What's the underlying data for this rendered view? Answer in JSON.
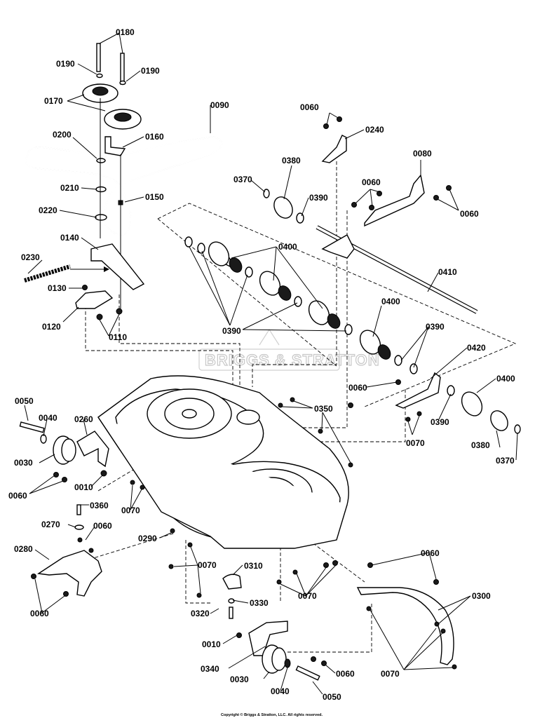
{
  "watermark": "BRIGGS & STRATTON",
  "copyright": "Copyright © Briggs & Stratton, LLC. All rights reserved.",
  "labels": {
    "l0180": "0180",
    "l0190a": "0190",
    "l0190b": "0190",
    "l0170": "0170",
    "l0090": "0090",
    "l0200": "0200",
    "l0160": "0160",
    "l0210": "0210",
    "l0150": "0150",
    "l0220": "0220",
    "l0140": "0140",
    "l0230": "0230",
    "l0130": "0130",
    "l0120": "0120",
    "l0110": "0110",
    "l0060a": "0060",
    "l0240": "0240",
    "l0080": "0080",
    "l0380a": "0380",
    "l0370a": "0370",
    "l0390a": "0390",
    "l0060b": "0060",
    "l0060c": "0060",
    "l0400a": "0400",
    "l0410": "0410",
    "l0390b": "0390",
    "l0400b": "0400",
    "l0390c": "0390",
    "l0420": "0420",
    "l0060d": "0060",
    "l0400c": "0400",
    "l0350": "0350",
    "l0390d": "0390",
    "l0070a": "0070",
    "l0380b": "0380",
    "l0370b": "0370",
    "l0050a": "0050",
    "l0040a": "0040",
    "l0260": "0260",
    "l0030a": "0030",
    "l0060e": "0060",
    "l0010a": "0010",
    "l0070b": "0070",
    "l0360": "0360",
    "l0270": "0270",
    "l0060f": "0060",
    "l0290": "0290",
    "l0280": "0280",
    "l0060g": "0060",
    "l0070c": "0070",
    "l0310": "0310",
    "l0070d": "0070",
    "l0060h": "0060",
    "l0300": "0300",
    "l0320": "0320",
    "l0330": "0330",
    "l0010b": "0010",
    "l0340": "0340",
    "l0030b": "0030",
    "l0060i": "0060",
    "l0070e": "0070",
    "l0040b": "0040",
    "l0050b": "0050"
  }
}
